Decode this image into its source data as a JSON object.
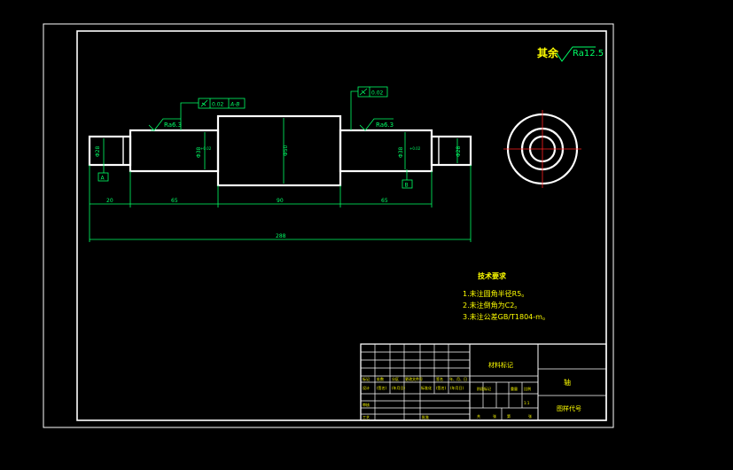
{
  "colors": {
    "background": "#000000",
    "frame": "#ffffff",
    "dimension": "#00ff66",
    "symbol": "#00ff66",
    "note_text": "#ffff00",
    "center": "#ff2020"
  },
  "roughness": {
    "general_prefix": "其余",
    "general_value": "Ra12.5",
    "left_value": "Ra6.3",
    "right_value": "Ra6.3"
  },
  "tolerance": {
    "left_value": "0.02",
    "left_datum": "A-B",
    "right_value": "0.02"
  },
  "datums": {
    "left": "A",
    "right": "B"
  },
  "dimensions": {
    "d_left_end": "Φ28",
    "d_left_journal": "Φ38",
    "d_left_journal_tol": "+0.02",
    "d_center": "Φ50",
    "d_right_journal": "Φ38",
    "d_right_journal_tol": "+0.02",
    "d_right_end": "Φ28",
    "len_left_end": "20",
    "len_left_journal": "65",
    "len_center": "90",
    "len_right_journal": "65",
    "len_total": "288"
  },
  "notes": {
    "title": "技术要求",
    "lines": [
      "1.未注圆角半径R5。",
      "2.未注倒角为C2。",
      "3.未注公差GB/T1804-m。"
    ]
  },
  "title_block": {
    "material_mark": "材料标记",
    "part_name": "轴",
    "drawing_code": "图样代号",
    "scale": "1:1",
    "row_change_labels": [
      "标记",
      "处数",
      "分区",
      "更改文件号",
      "签名",
      "年、月、日"
    ],
    "row_design_labels": [
      "设计",
      "(签名)",
      "(年月日)",
      "标准化",
      "(签名)",
      "(年月日)"
    ],
    "stage_labels": [
      "阶段标记",
      "重量",
      "比例"
    ],
    "review_label": "审核",
    "process_label": "工艺",
    "approve_label": "批准",
    "sheet_total": "共",
    "sheet_unit": "张",
    "sheet_no": "第"
  }
}
